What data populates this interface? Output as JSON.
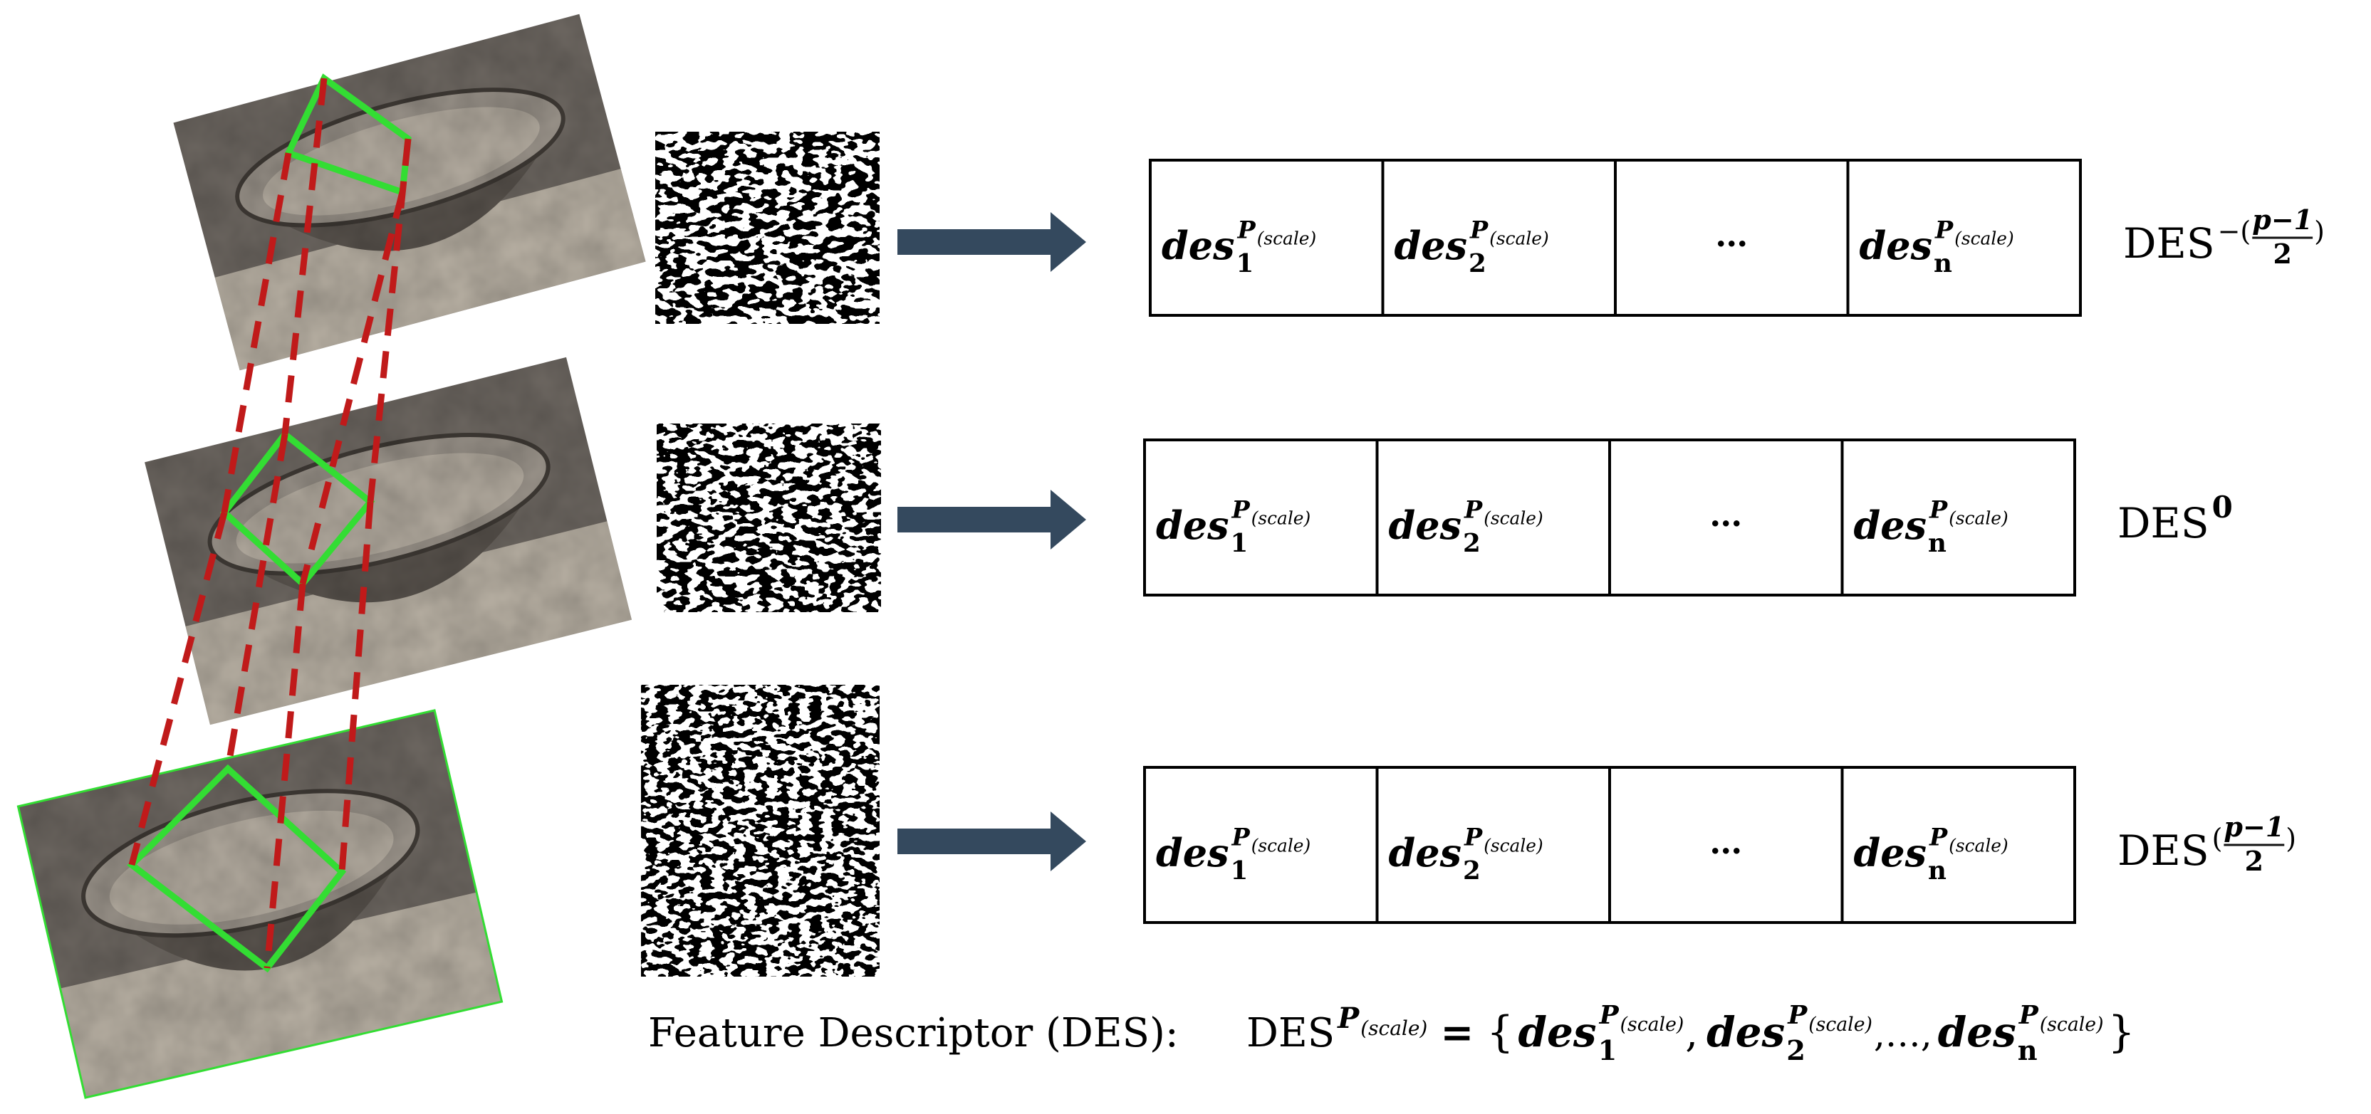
{
  "colors": {
    "arrow": "#34495e",
    "patch_outline": "#33dd33",
    "correspondence": "#c01a1a",
    "photo_dark": "#6e6862",
    "photo_mid": "#9a938a",
    "photo_light": "#c8bfb2",
    "cell_border": "#000000"
  },
  "descriptor_rows": [
    {
      "cells": [
        {
          "base": "des",
          "sub": "1",
          "sup": "P",
          "supsub": "(scale)"
        },
        {
          "base": "des",
          "sub": "2",
          "sup": "P",
          "supsub": "(scale)"
        },
        {
          "ellipsis": "…"
        },
        {
          "base": "des",
          "sub": "n",
          "sup": "P",
          "supsub": "(scale)"
        }
      ],
      "label": {
        "base": "DES",
        "prefix": "−(",
        "num": "p−1",
        "den": "2",
        "suffix": ")"
      }
    },
    {
      "cells": [
        {
          "base": "des",
          "sub": "1",
          "sup": "P",
          "supsub": "(scale)"
        },
        {
          "base": "des",
          "sub": "2",
          "sup": "P",
          "supsub": "(scale)"
        },
        {
          "ellipsis": "…"
        },
        {
          "base": "des",
          "sub": "n",
          "sup": "P",
          "supsub": "(scale)"
        }
      ],
      "label": {
        "base": "DES",
        "sup": "0"
      }
    },
    {
      "cells": [
        {
          "base": "des",
          "sub": "1",
          "sup": "P",
          "supsub": "(scale)"
        },
        {
          "base": "des",
          "sub": "2",
          "sup": "P",
          "supsub": "(scale)"
        },
        {
          "ellipsis": "…"
        },
        {
          "base": "des",
          "sub": "n",
          "sup": "P",
          "supsub": "(scale)"
        }
      ],
      "label": {
        "base": "DES",
        "prefix": "(",
        "num": "p−1",
        "den": "2",
        "suffix": ")"
      }
    }
  ],
  "formula": {
    "caption": "Feature Descriptor (DES):",
    "lhs": {
      "base": "DES",
      "sup": "P",
      "supsub": "(scale)"
    },
    "equals": "=",
    "open_brace": "{",
    "close_brace": "}",
    "separator": ",",
    "ellipsis": ",…,",
    "terms": [
      {
        "base": "des",
        "sub": "1",
        "sup": "P",
        "supsub": "(scale)"
      },
      {
        "base": "des",
        "sub": "2",
        "sup": "P",
        "supsub": "(scale)"
      },
      {
        "base": "des",
        "sub": "n",
        "sup": "P",
        "supsub": "(scale)"
      }
    ]
  },
  "icons": {
    "photos": "bowl-photo-icon",
    "textures": "binary-texture-patch-icon",
    "arrows": "right-arrow-icon"
  }
}
